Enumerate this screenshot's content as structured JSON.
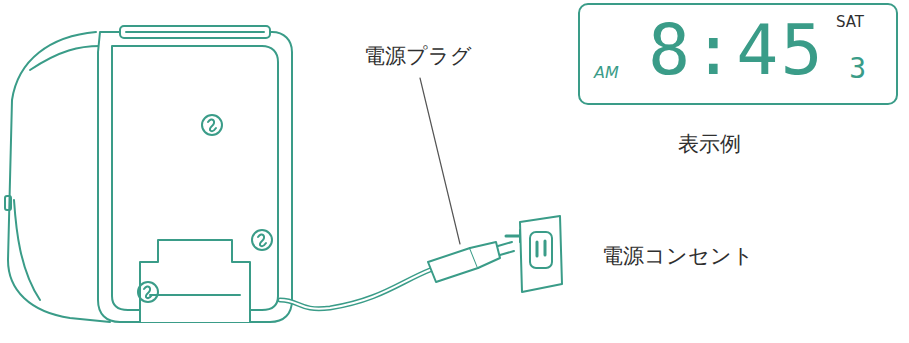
{
  "diagram": {
    "nodes": [
      {
        "text": [
          "AM",
          "8:45",
          "SAT",
          "3"
        ]
      }
    ],
    "labels": [
      "電源プラグ",
      "表示例",
      "電源コンセント"
    ]
  }
}
